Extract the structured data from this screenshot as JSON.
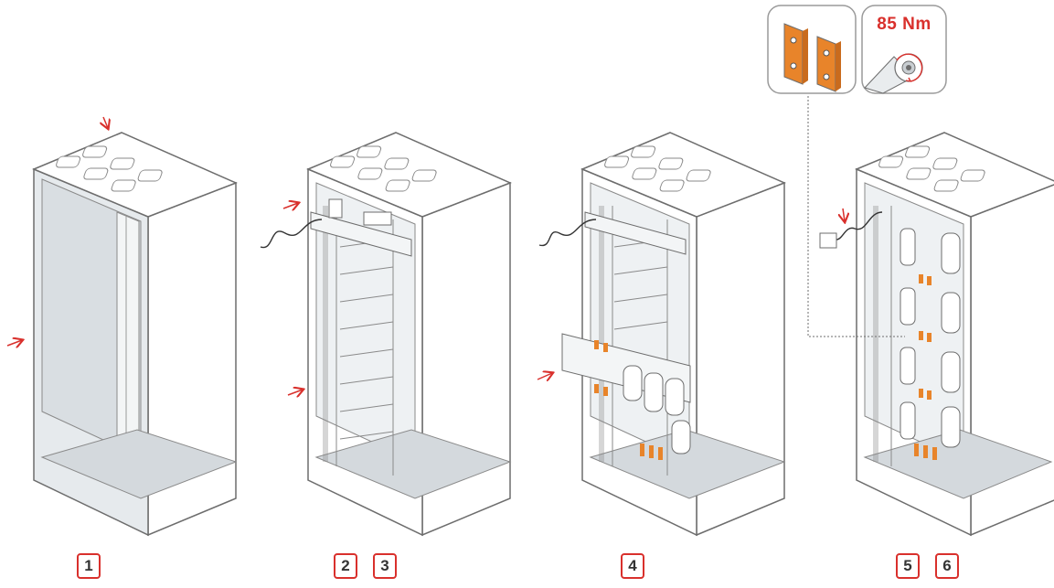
{
  "steps": [
    {
      "id": "1",
      "label": "1"
    },
    {
      "id": "2",
      "label": "2"
    },
    {
      "id": "3",
      "label": "3"
    },
    {
      "id": "4",
      "label": "4"
    },
    {
      "id": "5",
      "label": "5"
    },
    {
      "id": "6",
      "label": "6"
    }
  ],
  "detail_panels": {
    "busbar_plates": {
      "icon": "busbar-plates-icon"
    },
    "torque": {
      "value_label": "85 Nm",
      "icon": "torque-wrench-icon"
    }
  },
  "colors": {
    "accent_red": "#d9302c",
    "copper_orange": "#e8842a",
    "outline": "#6d6d6d",
    "panel_fill": "#ffffff",
    "interior_fill": "#dfe3e6"
  }
}
